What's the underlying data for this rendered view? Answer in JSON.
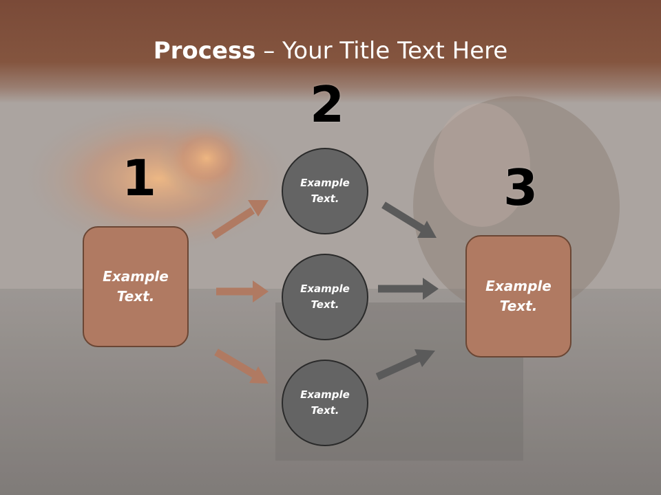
{
  "title": {
    "bold": "Process",
    "rest": " – Your Title Text Here"
  },
  "steps": {
    "one": "1",
    "two": "2",
    "three": "3"
  },
  "box_left": {
    "line1": "Example",
    "line2": "Text."
  },
  "box_right": {
    "line1": "Example",
    "line2": "Text."
  },
  "circles": [
    {
      "line1": "Example",
      "line2": "Text."
    },
    {
      "line1": "Example",
      "line2": "Text."
    },
    {
      "line1": "Example",
      "line2": "Text."
    }
  ],
  "colors": {
    "header": "#7a4a38",
    "box_fill": "#b07a62",
    "box_border": "#6a4634",
    "circle_fill": "#646464",
    "arrow_brown": "#b07a62",
    "arrow_gray": "#5a5a5a"
  }
}
